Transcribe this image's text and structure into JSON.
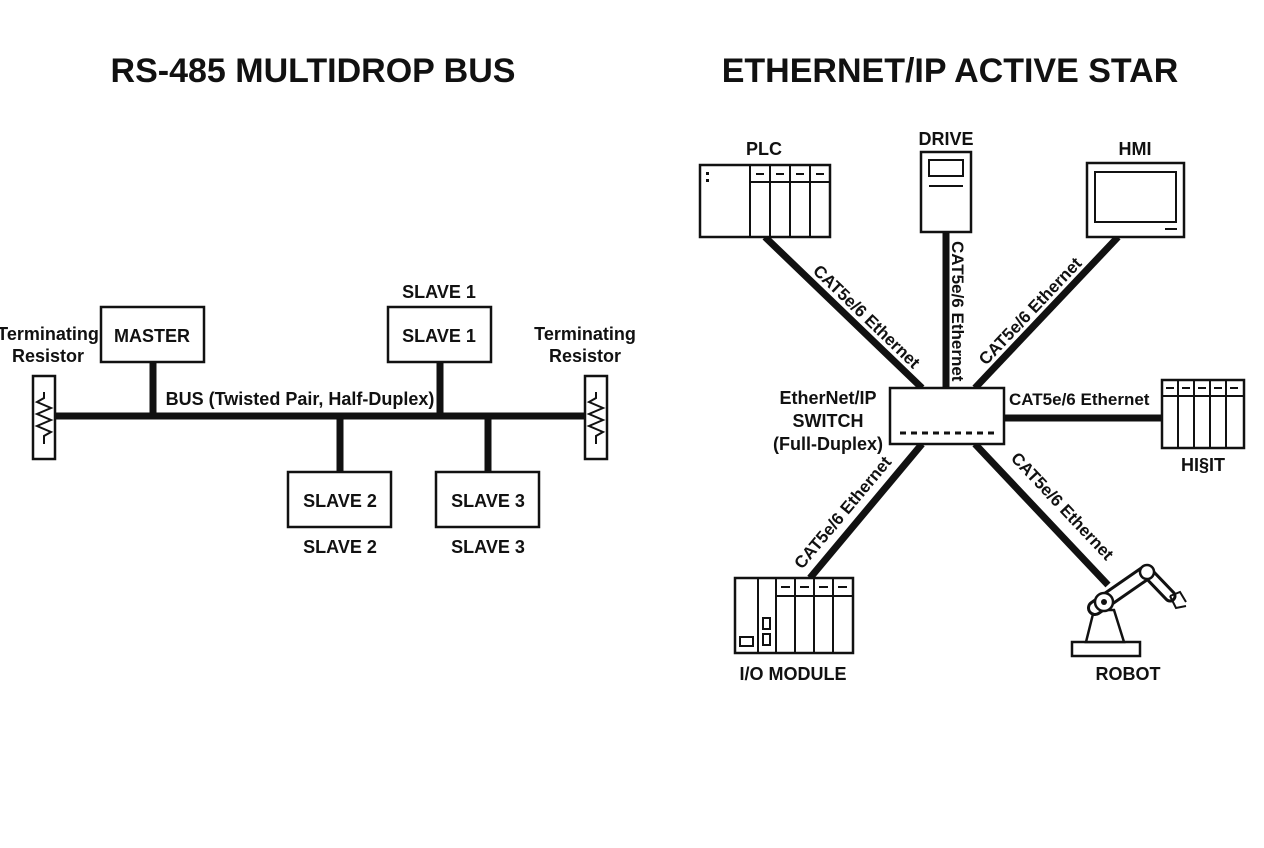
{
  "left": {
    "title": "RS-485 MULTIDROP BUS",
    "bus_label": "BUS (Twisted Pair, Half-Duplex)",
    "terminator_left": {
      "line1": "Terminating",
      "line2": "Resistor"
    },
    "terminator_right": {
      "line1": "Terminating",
      "line2": "Resistor"
    },
    "master": "MASTER",
    "slave1_box": "SLAVE 1",
    "slave1_caption": "SLAVE 1",
    "slave2_box": "SLAVE 2",
    "slave2_caption": "SLAVE 2",
    "slave3_box": "SLAVE 3",
    "slave3_caption": "SLAVE 3"
  },
  "right": {
    "title": "ETHERNET/IP ACTIVE STAR",
    "switch": {
      "line1": "EtherNet/IP",
      "line2": "SWITCH",
      "line3": "(Full-Duplex)"
    },
    "devices": {
      "plc": "PLC",
      "drive": "DRIVE",
      "hmi": "HMI",
      "hmi_right": "HI§IT",
      "io_module": "I/O MODULE",
      "robot": "ROBOT"
    },
    "cable_label": "CAT5e/6 Ethernet",
    "cables": {
      "plc": "CAT5e/6 Ethernet",
      "drive": "CAT5e/6 Ethernet",
      "hmi": "CAT5e/6 Ethernet",
      "right": "CAT5e/6 Ethernet",
      "io": "CAT5e/6 Ethernet",
      "robot": "CAT5e/6 Ethernet"
    }
  }
}
